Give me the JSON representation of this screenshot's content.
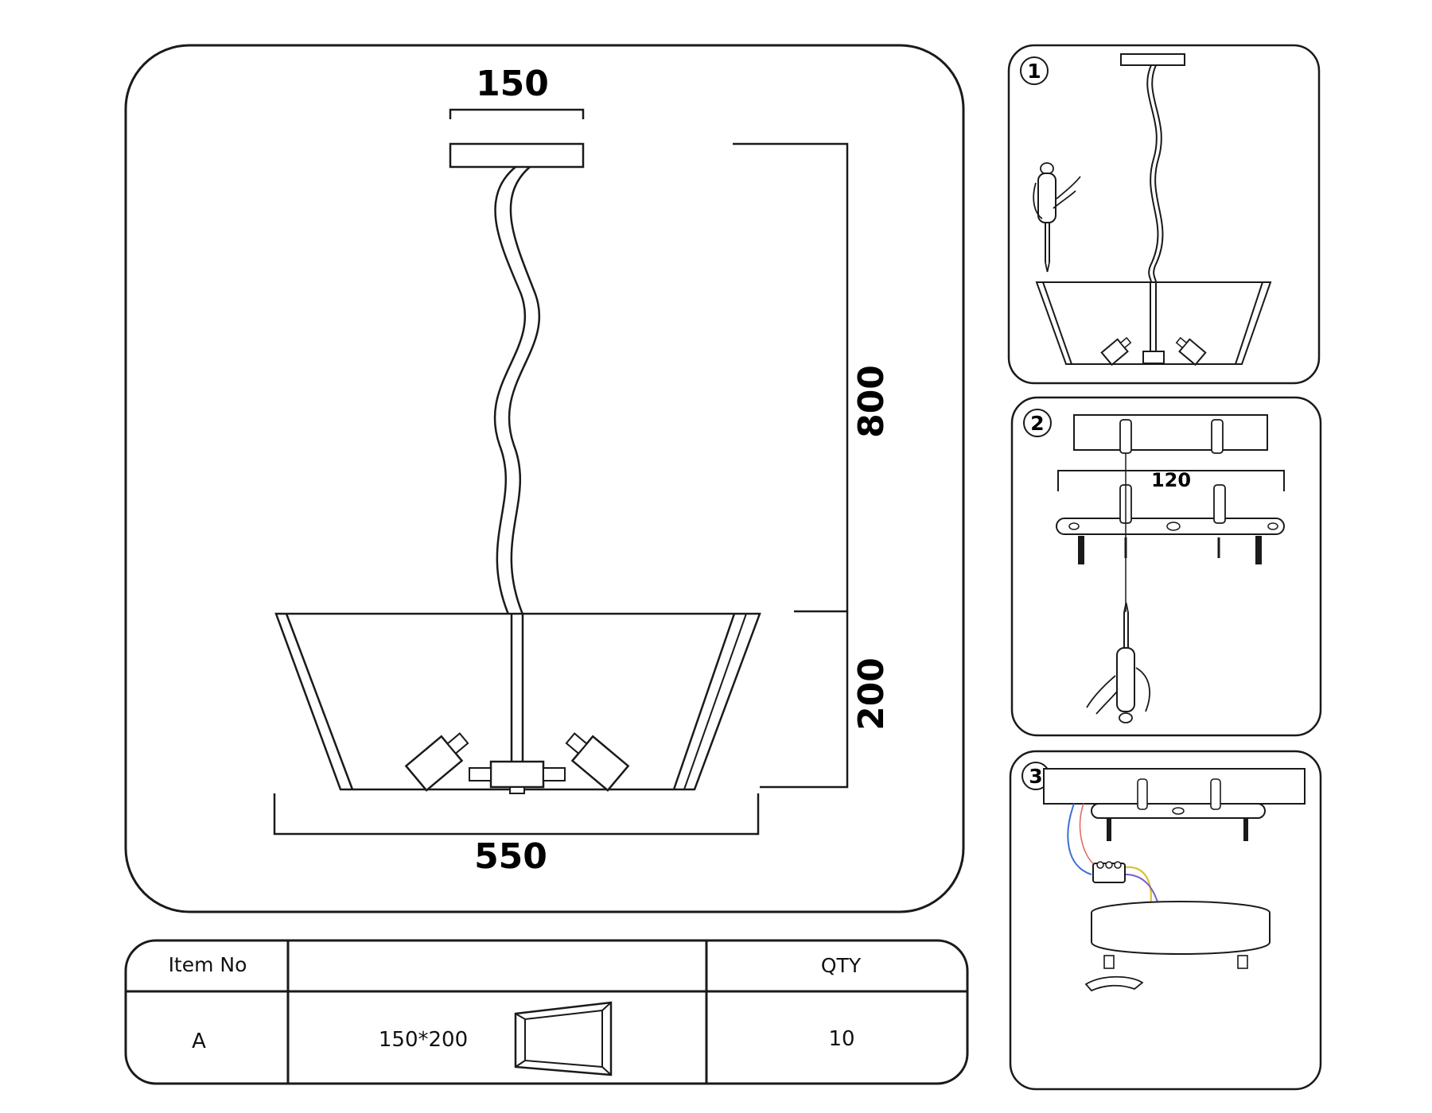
{
  "main_drawing": {
    "canopy_width": "150",
    "total_drop": "800",
    "shade_height": "200",
    "shade_width": "550"
  },
  "parts_table": {
    "headers": {
      "item_no": "Item No",
      "description": "",
      "qty": "QTY"
    },
    "rows": [
      {
        "item_no": "A",
        "description": "150*200",
        "qty": "10",
        "icon": "trapezoid-panel-icon"
      }
    ]
  },
  "steps": [
    {
      "number": "1"
    },
    {
      "number": "2",
      "dimension": "120"
    },
    {
      "number": "3"
    }
  ],
  "colors": {
    "line": "#1a1a1a",
    "wire_blue": "#3d6fd6",
    "wire_red": "#e36a6a",
    "wire_yellow": "#d9c331",
    "wire_purple": "#7a5cc7"
  }
}
